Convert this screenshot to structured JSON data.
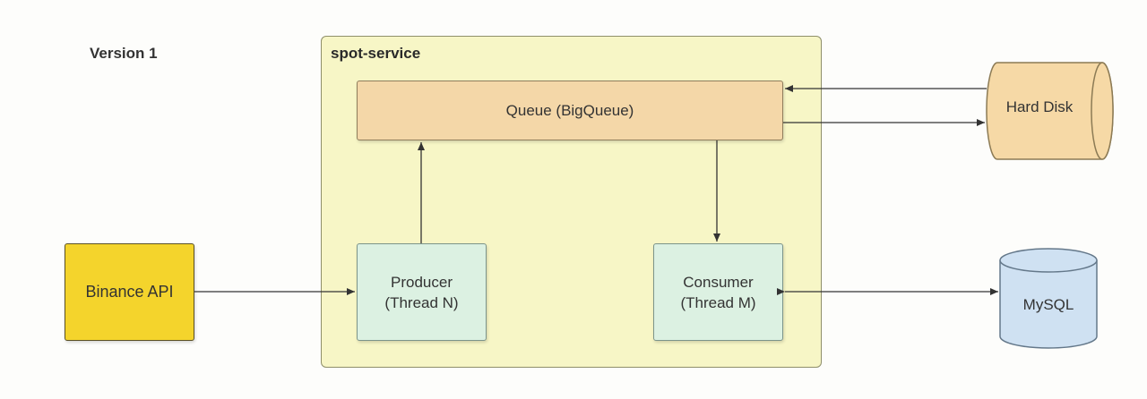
{
  "version_label": "Version 1",
  "service_title": "spot-service",
  "nodes": {
    "queue": "Queue (BigQueue)",
    "producer": "Producer\n(Thread N)",
    "consumer": "Consumer\n(Thread M)",
    "binance": "Binance API",
    "hard_disk": "Hard Disk",
    "mysql": "MySQL"
  },
  "colors": {
    "service_bg": "#f7f6c6",
    "queue_bg": "#f4d7a8",
    "thread_bg": "#dcf1e2",
    "binance_bg": "#f4d42c",
    "hard_disk_bg": "#f6d9a6",
    "mysql_bg": "#cfe1f2"
  }
}
